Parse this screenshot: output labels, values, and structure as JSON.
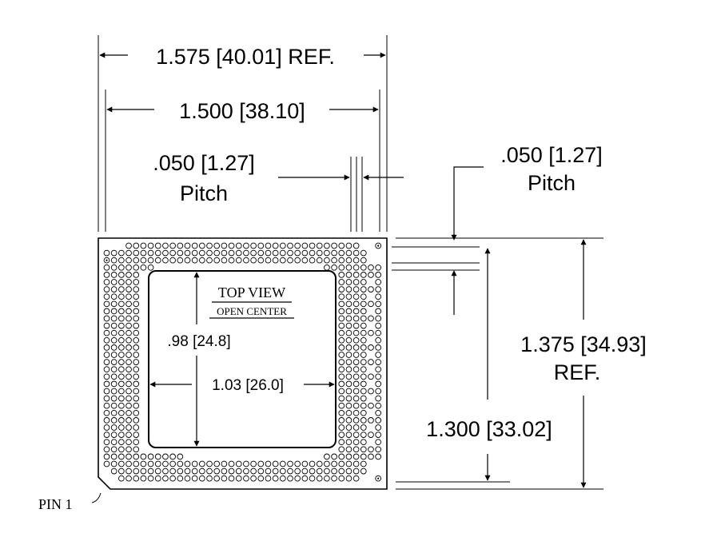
{
  "dimensions": {
    "overall_width": "1.575 [40.01] REF.",
    "pin_span_width": "1.500 [38.10]",
    "pitch_horizontal_value": ".050 [1.27]",
    "pitch_horizontal_label": "Pitch",
    "pitch_vertical_value": ".050  [1.27]",
    "pitch_vertical_label": "Pitch",
    "overall_height_value": "1.375 [34.93]",
    "overall_height_ref": "REF.",
    "pin_span_height": "1.300 [33.02]",
    "center_height": ".98 [24.8]",
    "center_width": "1.03 [26.0]"
  },
  "labels": {
    "view_title": "TOP VIEW",
    "view_subtitle": "OPEN CENTER",
    "pin_one": "PIN 1"
  },
  "colors": {
    "ink": "#000000",
    "paper": "#ffffff"
  }
}
